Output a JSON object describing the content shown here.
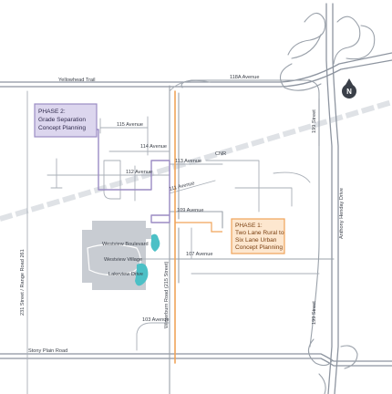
{
  "roads": {
    "yellowhead_trail": "Yellowhead Trail",
    "ave_118": "118A Avenue",
    "ave_115": "115 Avenue",
    "ave_114": "114 Avenue",
    "ave_113": "113 Avenue",
    "ave_112": "112 Avenue",
    "ave_111": "111 Avenue",
    "ave_109": "109 Avenue",
    "ave_107": "107 Avenue",
    "ave_103": "103 Avenue",
    "westview_blvd": "Westview Boulevard",
    "westview_village": "Westview Village",
    "lakeview_drive": "Lakeview Drive",
    "winterburn_road": "Winterburn Road (215 Street)",
    "street_199_top": "199 Street",
    "street_199_bottom": "199 Street",
    "anthony_henday": "Anthony Henday Drive",
    "street_231": "231 Street / Range Road 261",
    "stony_plain": "Stony Plain Road",
    "cnr": "CNR"
  },
  "phase1": {
    "line1": "PHASE 1:",
    "line2": "Two Lane Rural to",
    "line3": "Six Lane Urban",
    "line4": "Concept Planning"
  },
  "phase2": {
    "line1": "PHASE 2:",
    "line2": "Grade Separation",
    "line3": "Concept Planning"
  },
  "north_arrow": {
    "label": "N"
  },
  "colors": {
    "phase1": "#f0a45a",
    "phase1_fill": "#fde7cf",
    "phase2": "#9b8cc4",
    "phase2_fill": "#dcd6ee",
    "roads": "#9aa1aa",
    "rail": "#dcdfe3",
    "village": "#c3c8ce",
    "water": "#4cc0c6"
  }
}
